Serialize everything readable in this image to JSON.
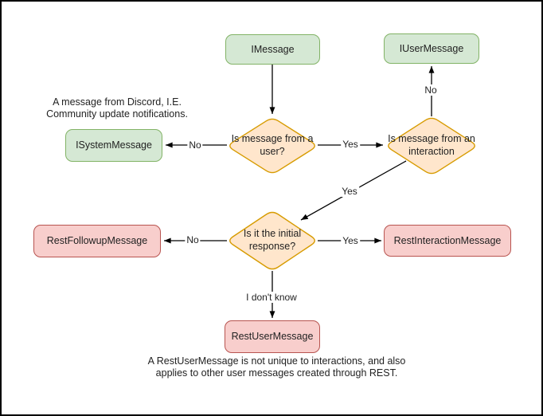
{
  "palette": {
    "canvas_bg": "#ffffff",
    "frame_color": "#000000",
    "edge_color": "#000000",
    "text_color": "#222222",
    "green_fill": "#d5e8d4",
    "green_border": "#82b366",
    "orange_fill": "#ffe6cc",
    "orange_border": "#d79b00",
    "red_fill": "#f8cecc",
    "red_border": "#b85450"
  },
  "nodes": {
    "imessage": {
      "label": "IMessage",
      "kind": "green"
    },
    "iusermessage": {
      "label": "IUserMessage",
      "kind": "green"
    },
    "isystemmessage": {
      "label": "ISystemMessage",
      "kind": "green"
    },
    "restfollowupmessage": {
      "label": "RestFollowupMessage",
      "kind": "red"
    },
    "restinteractionmessage": {
      "label": "RestInteractionMessage",
      "kind": "red"
    },
    "restusermessage": {
      "label": "RestUserMessage",
      "kind": "red"
    }
  },
  "decisions": {
    "from_user": {
      "label": "Is message from a user?"
    },
    "from_interaction": {
      "label": "Is message from an interaction"
    },
    "initial_response": {
      "label": "Is it the initial response?"
    }
  },
  "edge_labels": {
    "user_check_no": "No",
    "user_check_yes": "Yes",
    "interaction_check_no": "No",
    "interaction_check_yes": "Yes",
    "initial_check_no": "No",
    "initial_check_yes": "Yes",
    "initial_check_unknown": "I don't know"
  },
  "annotations": {
    "system_note": "A message from Discord, I.E. Community update notifications.",
    "rest_note": "A RestUserMessage is not unique to interactions, and also applies to other user messages created through REST."
  }
}
